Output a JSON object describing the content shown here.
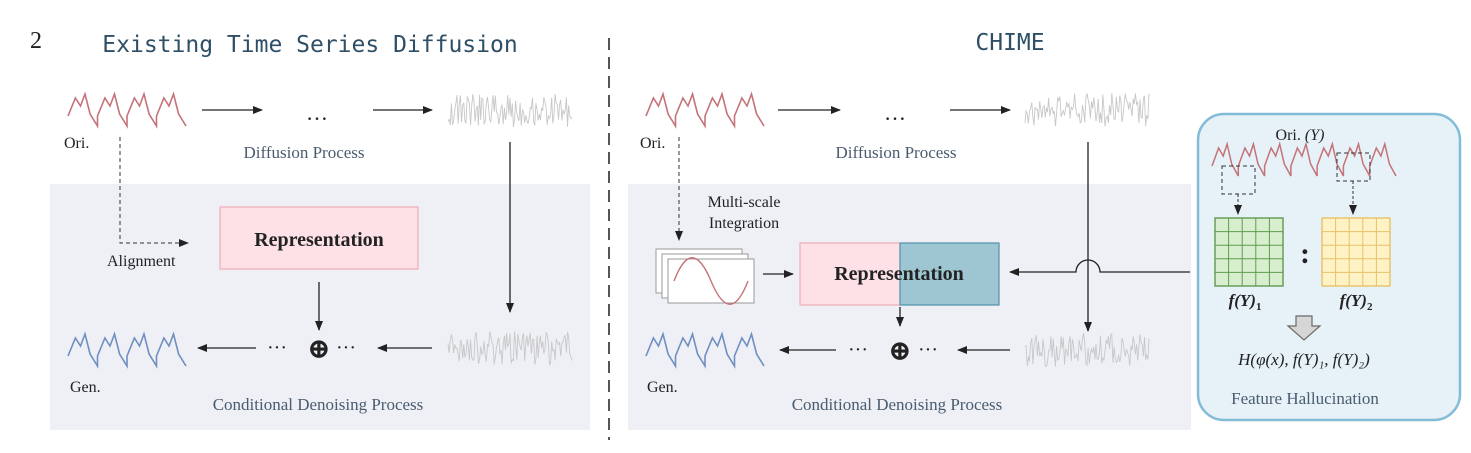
{
  "page_number": "2",
  "left": {
    "title": "Existing Time Series Diffusion",
    "ori_label": "Ori.",
    "gen_label": "Gen.",
    "diffusion_label": "Diffusion Process",
    "denoising_label": "Conditional Denoising Process",
    "alignment_label": "Alignment",
    "representation_label": "Representation",
    "ellipsis": "…",
    "plus": "⊕",
    "dots": "···"
  },
  "right": {
    "title": "CHIME",
    "ori_label": "Ori.",
    "gen_label": "Gen.",
    "diffusion_label": "Diffusion Process",
    "denoising_label": "Conditional Denoising Process",
    "multiscale_label_line1": "Multi-scale",
    "multiscale_label_line2": "Integration",
    "representation_label": "Representation",
    "ellipsis": "…",
    "plus": "⊕",
    "dots": "···"
  },
  "hallucination": {
    "ori_label": "Ori.",
    "ori_symbol": "(Y)",
    "colon": ":",
    "f1_label": "f(Y)",
    "f1_sub": "1",
    "f2_label": "f(Y)",
    "f2_sub": "2",
    "formula": "H(φ(x), f(Y)₁, f(Y)₂)",
    "caption": "Feature Hallucination"
  },
  "colors": {
    "panel_bg": "#eef0f6",
    "rep_pink": "#fde1e6",
    "rep_pink_border": "#f2aab6",
    "rep_teal": "#9ec5d2",
    "rep_teal_border": "#4e93ad",
    "ori_series": "#c47378",
    "gen_series": "#6f8fc1",
    "noise_series": "#c8c8c8",
    "hall_bg": "#e6f1f8",
    "hall_border": "#82bcd8",
    "grid_green_fill": "#d8efcf",
    "grid_green_line": "#5f9b4e",
    "grid_yellow_fill": "#fff2c4",
    "grid_yellow_line": "#e6c26a"
  }
}
